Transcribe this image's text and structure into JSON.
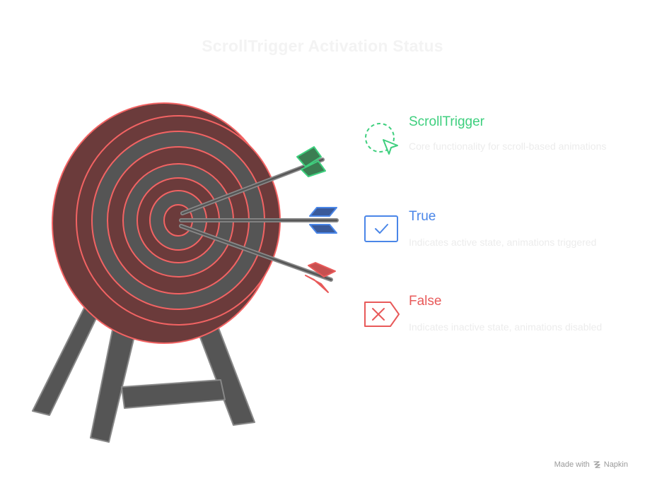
{
  "title": "ScrollTrigger Activation Status",
  "items": [
    {
      "label": "ScrollTrigger",
      "description": "Core functionality for scroll-based animations",
      "color": "#3ecf7e",
      "icon": "cursor-click-icon"
    },
    {
      "label": "True",
      "description": "Indicates active state, animations triggered",
      "color": "#4a86e8",
      "icon": "checkbox-icon"
    },
    {
      "label": "False",
      "description": "Indicates inactive state, animations disabled",
      "color": "#e85a5a",
      "icon": "x-tag-icon"
    }
  ],
  "footer": {
    "made_with": "Made with",
    "brand": "Napkin"
  },
  "colors": {
    "target_face": "#6b3b3b",
    "target_ring": "#f26363",
    "target_dark": "#555555",
    "stand": "#555555",
    "arrow_green": "#3b7d52",
    "arrow_blue": "#3a5a9a",
    "arrow_red": "#c75050"
  }
}
